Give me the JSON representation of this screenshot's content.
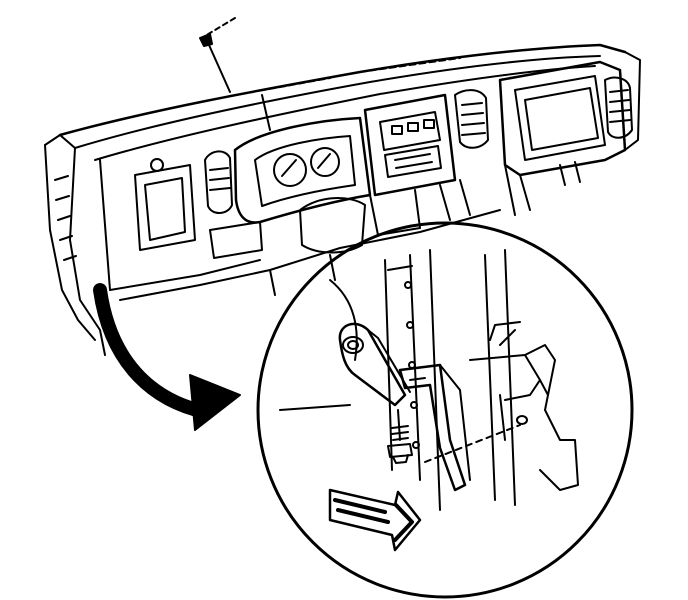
{
  "figure": {
    "style": "black-and-white technical line drawing",
    "colors": {
      "ink": "#000000",
      "paper": "#ffffff"
    },
    "parts": [
      "instrument-panel",
      "detail-callout-circle",
      "mounting-bracket",
      "bolt",
      "direction-arrow"
    ]
  }
}
